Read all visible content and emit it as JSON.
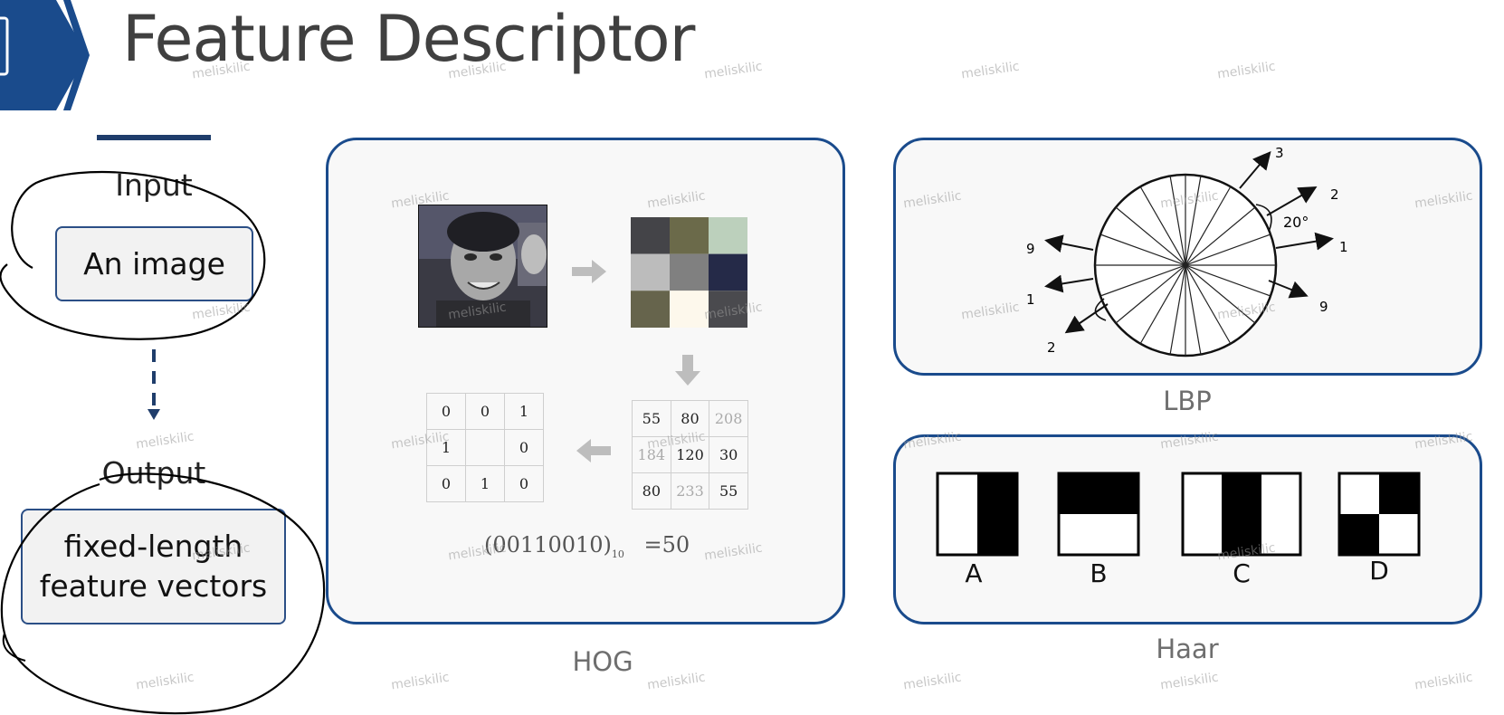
{
  "title": "Feature Descriptor",
  "colors": {
    "brand": "#1a4b8c",
    "title_text": "#404040"
  },
  "io": {
    "input_label": "Input",
    "input_box": "An image",
    "output_label": "Output",
    "output_box_line1": "fixed-length",
    "output_box_line2": "feature vectors"
  },
  "hog": {
    "caption": "HOG",
    "pixel_values": [
      [
        "55",
        "80",
        "208"
      ],
      [
        "184",
        "120",
        "30"
      ],
      [
        "80",
        "233",
        "55"
      ]
    ],
    "binary_grid": [
      [
        "0",
        "0",
        "1"
      ],
      [
        "1",
        "",
        "0"
      ],
      [
        "0",
        "1",
        "0"
      ]
    ],
    "formula": "(00110010)",
    "formula_sub": "10",
    "formula_result": "=50"
  },
  "lbp": {
    "caption": "LBP",
    "angle": "20°",
    "arrow_labels": [
      "3",
      "2",
      "1",
      "9",
      "9",
      "1",
      "2"
    ]
  },
  "haar": {
    "caption": "Haar",
    "labels": [
      "A",
      "B",
      "C",
      "D"
    ]
  },
  "watermark": "meliskilic"
}
